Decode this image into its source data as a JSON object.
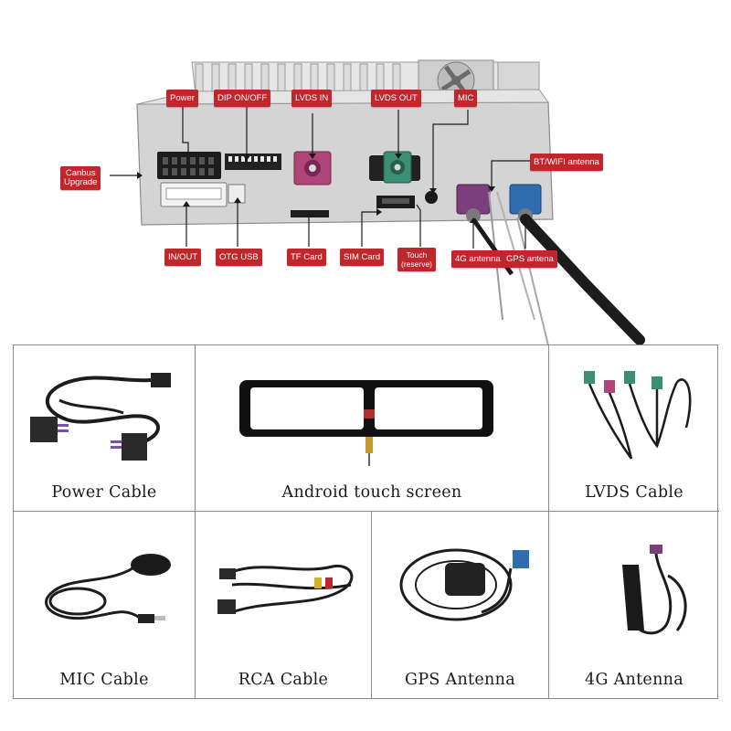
{
  "diagram": {
    "labels": {
      "power": "Power",
      "dip": "DIP ON/OFF",
      "lvds_in": "LVDS IN",
      "lvds_out": "LVDS OUT",
      "mic": "MIC",
      "canbus_line1": "Canbus",
      "canbus_line2": "Upgrade",
      "bt_wifi": "BT/WIFI antenna",
      "in_out": "IN/OUT",
      "otg_usb": "OTG USB",
      "tf_card": "TF Card",
      "sim_card": "SIM Card",
      "touch_line1": "Touch",
      "touch_line2": "(reserve)",
      "antenna_4g": "4G antenna",
      "gps_antenna": "GPS antena"
    },
    "colors": {
      "label_bg": "#c0272d",
      "housing": "#d4d4d4",
      "fakra_pink": "#b0457a",
      "fakra_green": "#3a8f74",
      "fakra_violet": "#7b3f7e",
      "fakra_blue": "#2f6db0"
    }
  },
  "accessories": [
    {
      "caption": "Power Cable",
      "icon": "power-cable-icon"
    },
    {
      "caption": "Android touch screen",
      "icon": "touch-screen-icon"
    },
    {
      "caption": "LVDS Cable",
      "icon": "lvds-cable-icon"
    },
    {
      "caption": "MIC Cable",
      "icon": "mic-cable-icon"
    },
    {
      "caption": "RCA Cable",
      "icon": "rca-cable-icon"
    },
    {
      "caption": "GPS Antenna",
      "icon": "gps-antenna-icon"
    },
    {
      "caption": "4G Antenna",
      "icon": "4g-antenna-icon"
    }
  ]
}
